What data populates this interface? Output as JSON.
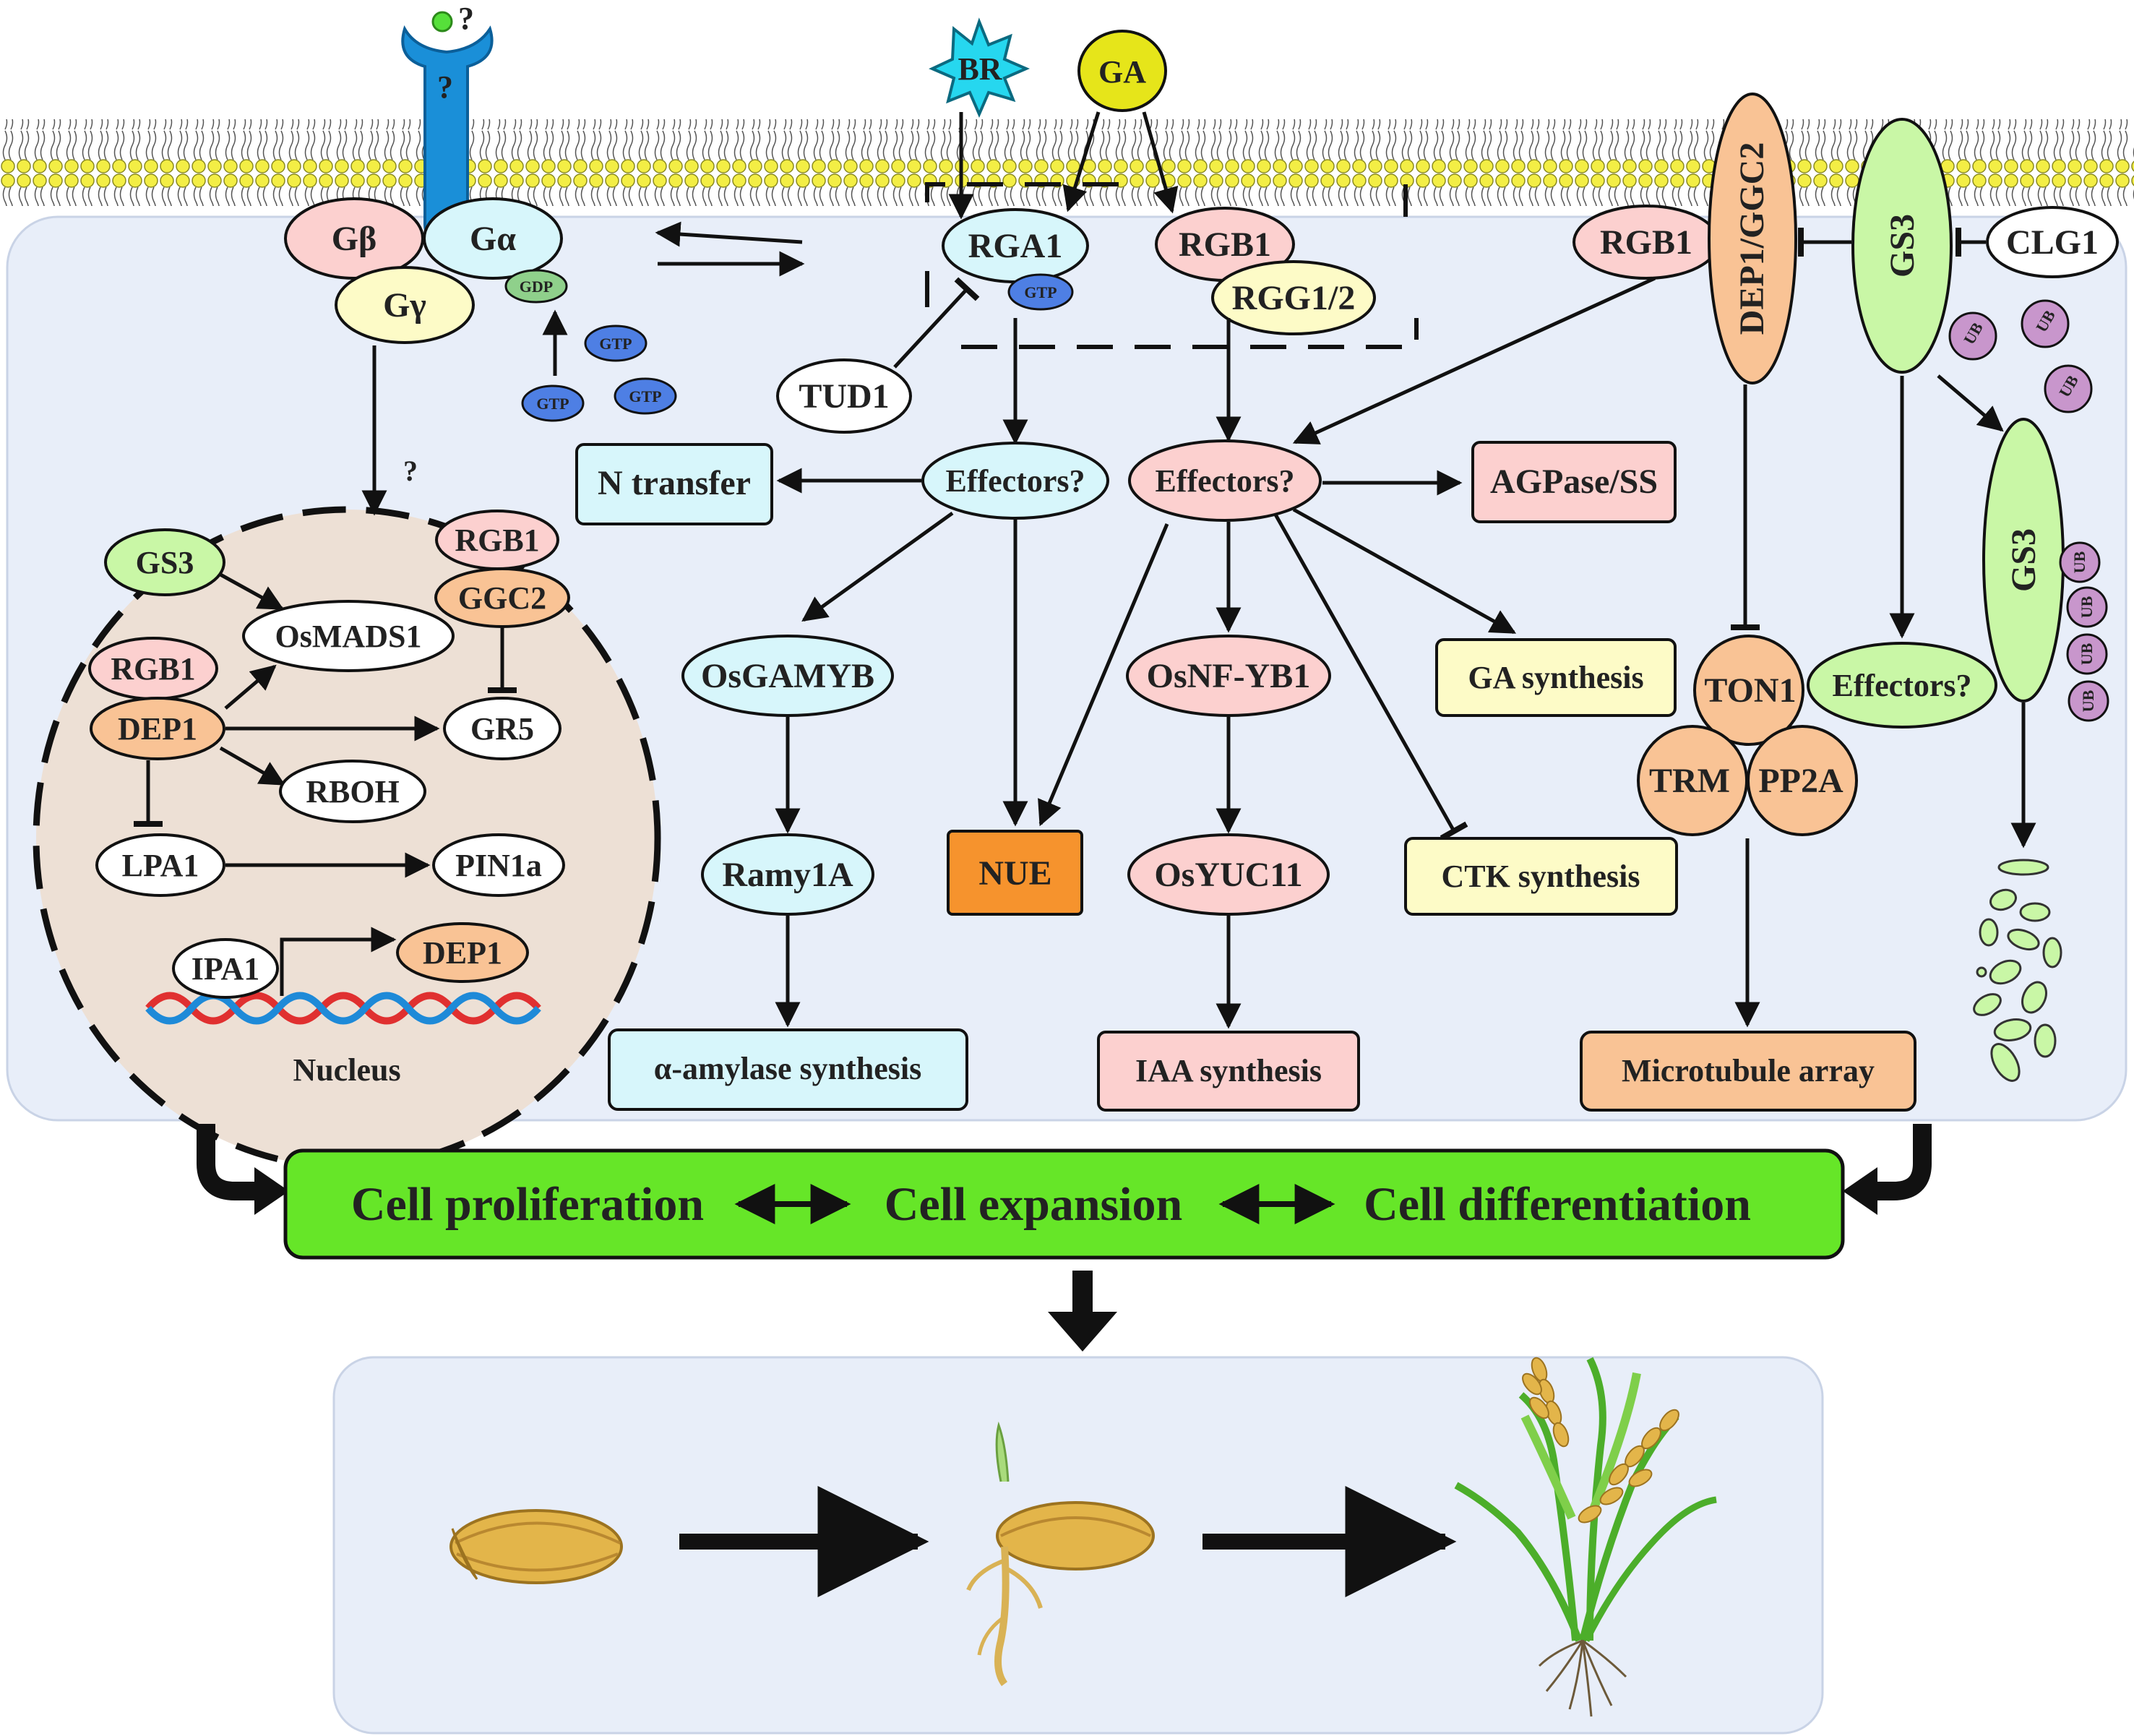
{
  "membrane": {
    "receptor_mark": "?",
    "ligand_mark": "?",
    "br": "BR",
    "ga": "GA"
  },
  "heterotrimer": {
    "g_beta": "Gβ",
    "g_alpha": "Gα",
    "g_gamma": "Gγ",
    "gdp": "GDP",
    "gtp": "GTP",
    "nucleus_mark": "?"
  },
  "rga1_branch": {
    "rga1": "RGA1",
    "gtp": "GTP",
    "tud1": "TUD1",
    "effectors": "Effectors?",
    "n_transfer": "N transfer",
    "osgamyb": "OsGAMYB",
    "ramy1a": "Ramy1A",
    "amylase": "α-amylase synthesis",
    "nue": "NUE"
  },
  "rgb1_branch": {
    "rgb1": "RGB1",
    "rgg": "RGG1/2",
    "effectors": "Effectors?",
    "agpase": "AGPase/SS",
    "ga_synthesis": "GA synthesis",
    "osnf": "OsNF-YB1",
    "osyuc": "OsYUC11",
    "iaa": "IAA synthesis",
    "ctk": "CTK synthesis"
  },
  "right_branch": {
    "rgb1": "RGB1",
    "dep1_ggc2": "DEP1/GGC2",
    "gs3": "GS3",
    "clg1": "CLG1",
    "ub": "UB",
    "ton1": "TON1",
    "trm": "TRM",
    "pp2a": "PP2A",
    "effectors": "Effectors?",
    "microtubule": "Microtubule array",
    "gs3_ub": "GS3"
  },
  "nucleus": {
    "label": "Nucleus",
    "gs3": "GS3",
    "osmads1": "OsMADS1",
    "rgb1": "RGB1",
    "ggc2": "GGC2",
    "rgb1_b": "RGB1",
    "dep1": "DEP1",
    "gr5": "GR5",
    "rboh": "RBOH",
    "lpa1": "LPA1",
    "pin1a": "PIN1a",
    "ipa1": "IPA1",
    "dep1_gene": "DEP1"
  },
  "outcome": {
    "proliferation": "Cell proliferation",
    "expansion": "Cell expansion",
    "differentiation": "Cell differentiation"
  },
  "colors": {
    "pink": "#fcd0cf",
    "cyan": "#d7f6fb",
    "yellow": "#fdfbc7",
    "orange": "#f9c395",
    "green": "#c9f7a6",
    "bright_green": "#66e628",
    "gtp_blue": "#4e7fe4",
    "receptor_blue": "#1a8fd8",
    "nue_orange": "#f6932d",
    "ub_purple": "#c896cc",
    "cell_bg": "#e8eef9",
    "nucleus_bg": "#ede0d5"
  }
}
